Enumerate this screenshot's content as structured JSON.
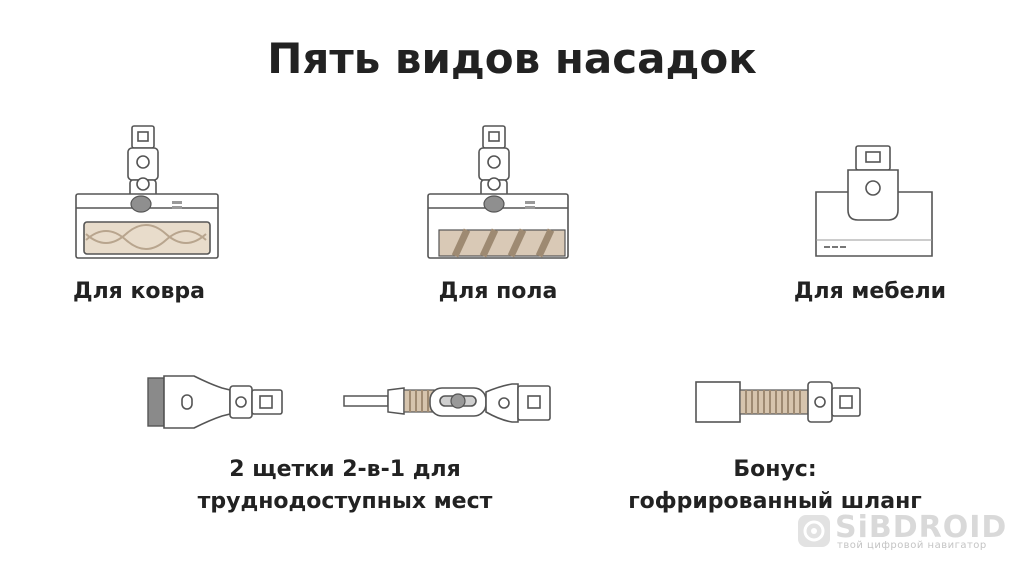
{
  "title": "Пять видов насадок",
  "items": {
    "carpet": "Для ковра",
    "floor": "Для пола",
    "furniture": "Для мебели",
    "brushes_line1": "2 щетки 2-в-1 для",
    "brushes_line2": "труднодоступных мест",
    "bonus_line1": "Бонус:",
    "bonus_line2": "гофрированный шланг"
  },
  "watermark": {
    "name": "SiBDROID",
    "tagline": "твой цифровой навигатор"
  },
  "colors": {
    "text": "#222222",
    "outline": "#555555",
    "roller": "#d9c9b6",
    "watermark": "#d9d9d9"
  }
}
